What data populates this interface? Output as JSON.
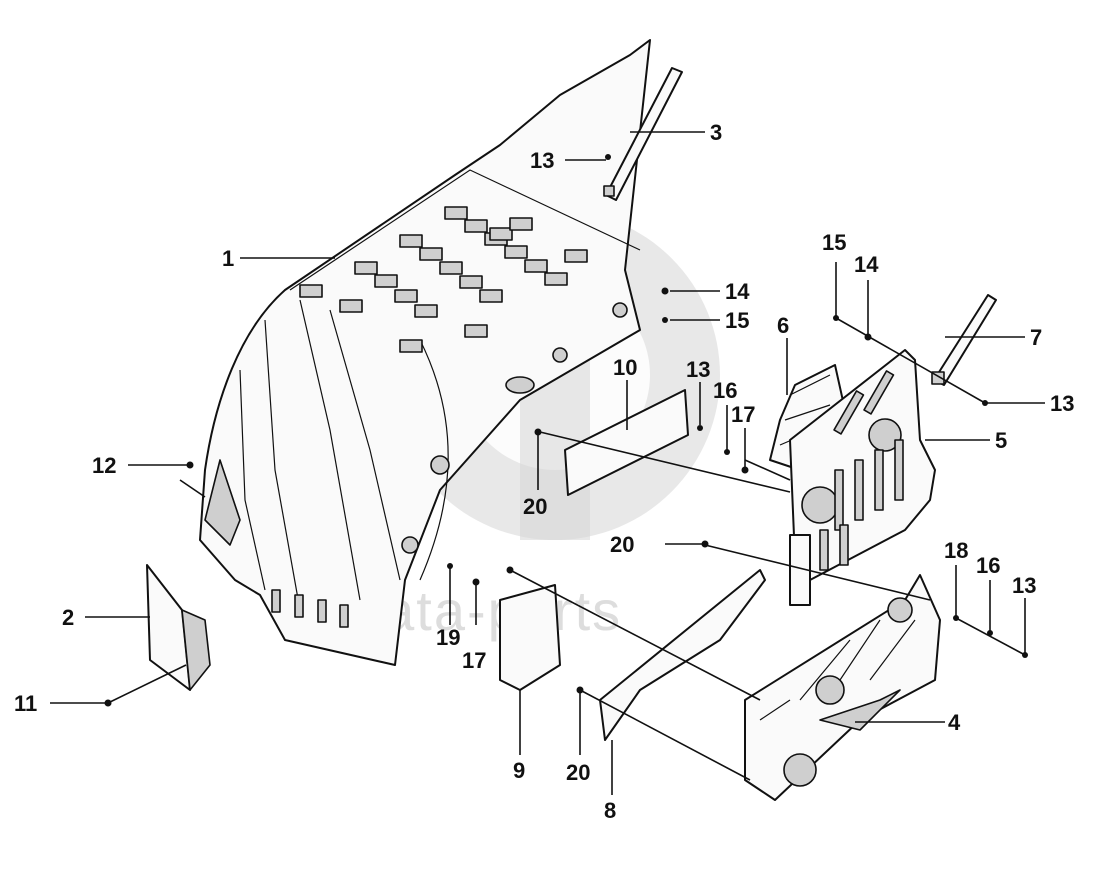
{
  "watermark": {
    "text": "data-parts"
  },
  "labels": [
    {
      "id": "1",
      "text": "1"
    },
    {
      "id": "2",
      "text": "2"
    },
    {
      "id": "3",
      "text": "3"
    },
    {
      "id": "4",
      "text": "4"
    },
    {
      "id": "5",
      "text": "5"
    },
    {
      "id": "6",
      "text": "6"
    },
    {
      "id": "7",
      "text": "7"
    },
    {
      "id": "8",
      "text": "8"
    },
    {
      "id": "9",
      "text": "9"
    },
    {
      "id": "10",
      "text": "10"
    },
    {
      "id": "11",
      "text": "11"
    },
    {
      "id": "12",
      "text": "12"
    },
    {
      "id": "13a",
      "text": "13"
    },
    {
      "id": "13b",
      "text": "13"
    },
    {
      "id": "13c",
      "text": "13"
    },
    {
      "id": "13d",
      "text": "13"
    },
    {
      "id": "14a",
      "text": "14"
    },
    {
      "id": "14b",
      "text": "14"
    },
    {
      "id": "15a",
      "text": "15"
    },
    {
      "id": "15b",
      "text": "15"
    },
    {
      "id": "16a",
      "text": "16"
    },
    {
      "id": "16b",
      "text": "16"
    },
    {
      "id": "17a",
      "text": "17"
    },
    {
      "id": "17b",
      "text": "17"
    },
    {
      "id": "18",
      "text": "18"
    },
    {
      "id": "19",
      "text": "19"
    },
    {
      "id": "20a",
      "text": "20"
    },
    {
      "id": "20b",
      "text": "20"
    },
    {
      "id": "20c",
      "text": "20"
    }
  ]
}
